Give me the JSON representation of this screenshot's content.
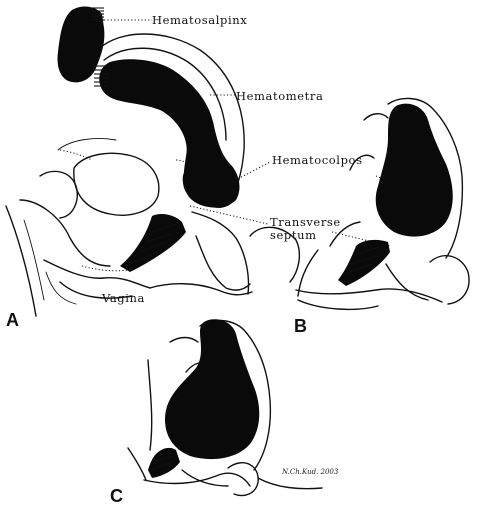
{
  "labels": {
    "hematosalpinx": "Hematosalpinx",
    "hematometra": "Hematometra",
    "hematocolpos": "Hematocolpos",
    "transverse_line1": "Transverse",
    "transverse_line2": "septum",
    "vagina": "Vagina"
  },
  "panels": {
    "a": "A",
    "b": "B",
    "c": "C"
  },
  "signature": "N.Ch.Kud. 2003",
  "colors": {
    "ink": "#0a0a0a",
    "paper": "#ffffff"
  }
}
